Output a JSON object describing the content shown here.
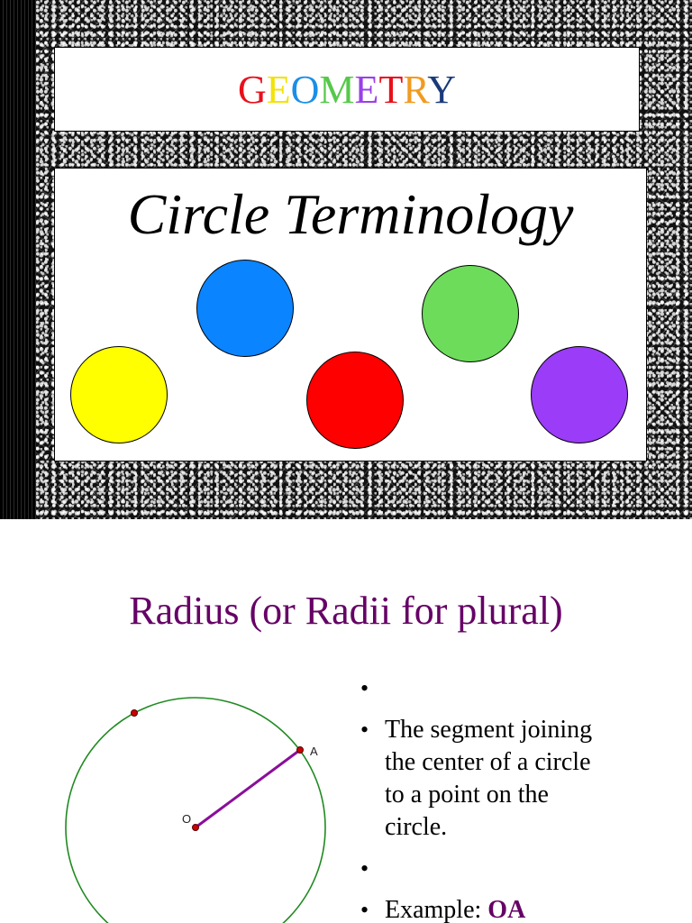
{
  "slide1": {
    "title_letters": [
      {
        "ch": "G",
        "color": "#e8101a"
      },
      {
        "ch": "E",
        "color": "#f2e20a"
      },
      {
        "ch": "O",
        "color": "#1a8fe8"
      },
      {
        "ch": "M",
        "color": "#56c84a"
      },
      {
        "ch": "E",
        "color": "#9a40e8"
      },
      {
        "ch": "T",
        "color": "#e8101a"
      },
      {
        "ch": "R",
        "color": "#f29a20"
      },
      {
        "ch": "Y",
        "color": "#1a3a7a"
      }
    ],
    "main_title": "Circle Terminology",
    "circle_colors": {
      "yellow": "#ffff00",
      "blue": "#0a84ff",
      "red": "#ff0000",
      "green": "#6cdc5a",
      "purple": "#9b3cf8"
    }
  },
  "slide2": {
    "title": "Radius (or Radii for plural)",
    "bullets": {
      "b1": "",
      "b2_line1": "The segment joining",
      "b2_line2": "the center of a circle",
      "b2_line3": "to a point on the",
      "b2_line4": "circle.",
      "b3": "",
      "b4_label": "Example: ",
      "b4_value": "OA"
    },
    "diagram": {
      "point_a_label": "A",
      "point_o_label": "O",
      "circle_color": "#1f8a1f",
      "radius_color": "#8a0f9a",
      "point_color": "#cc0000"
    }
  }
}
